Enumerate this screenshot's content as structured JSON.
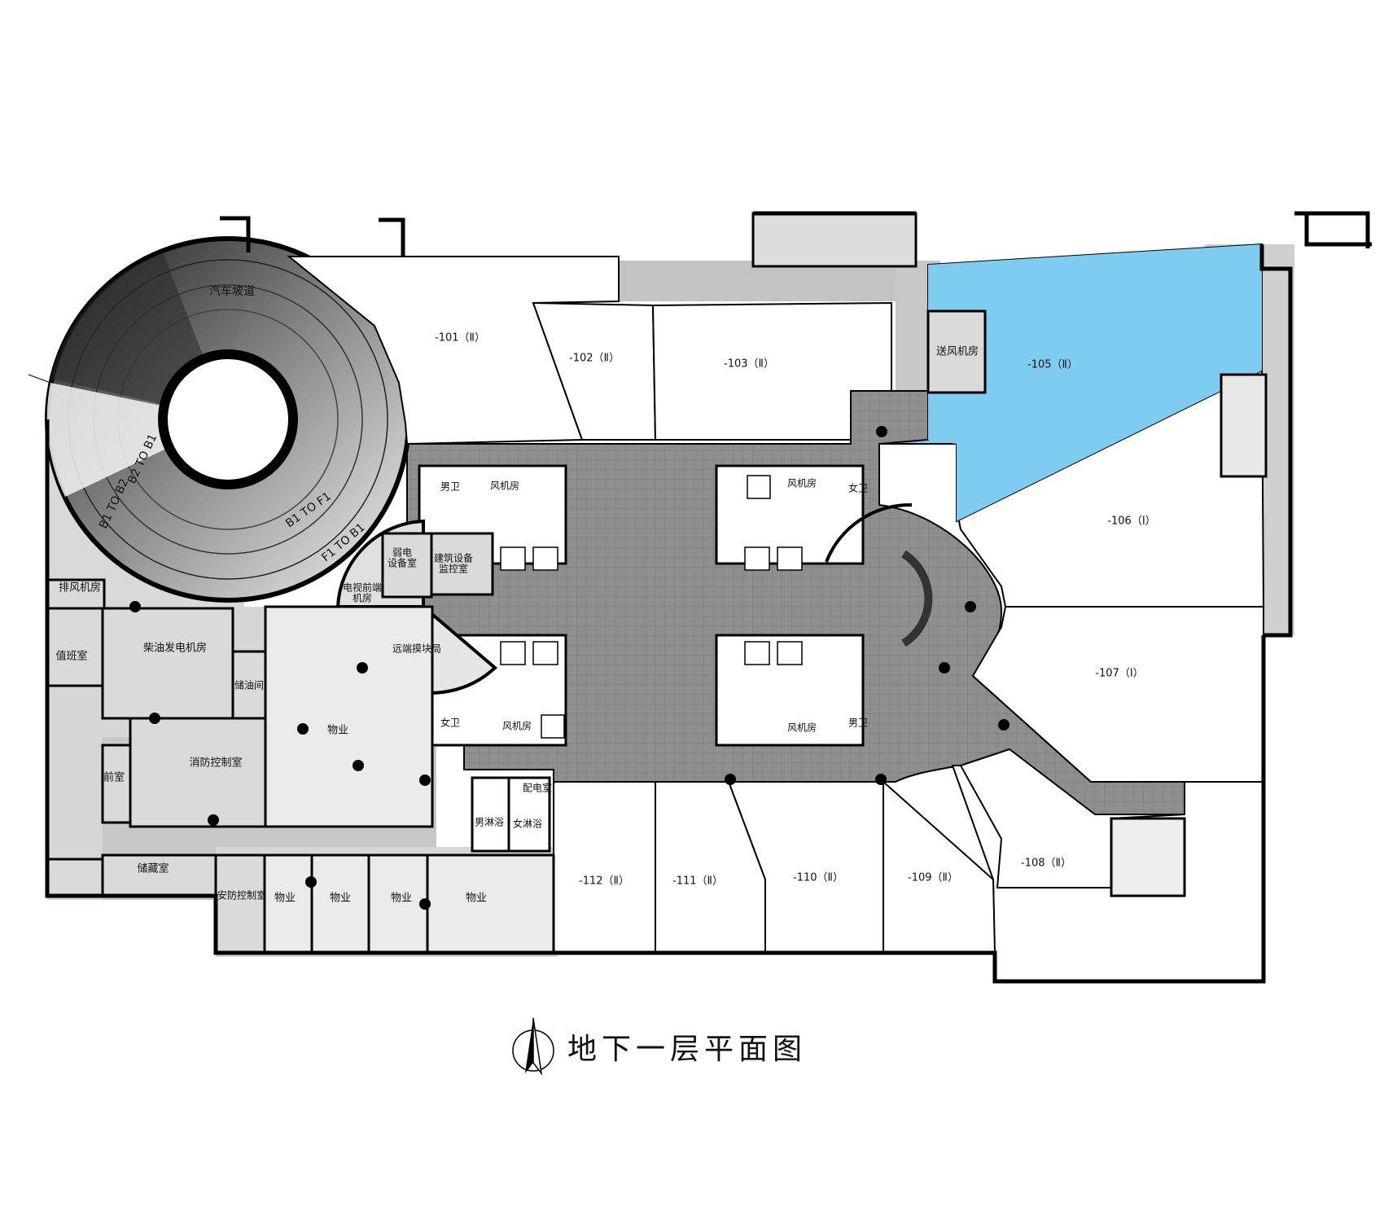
{
  "title": "地下一层平面图",
  "ramp": {
    "name": "汽车坡道",
    "directions": [
      "B2 TO B1",
      "B1 TO B2",
      "B1 TO F1",
      "F1 TO B1"
    ]
  },
  "units": {
    "u101": "-101（Ⅱ）",
    "u102": "-102（Ⅱ）",
    "u103": "-103（Ⅱ）",
    "u105": "-105（Ⅱ）",
    "u106": "-106（Ⅰ）",
    "u107": "-107（Ⅰ）",
    "u108": "-108（Ⅱ）",
    "u109": "-109（Ⅱ）",
    "u110": "-110（Ⅱ）",
    "u111": "-111（Ⅱ）",
    "u112": "-112（Ⅱ）"
  },
  "rooms": {
    "supply_fan": "送风机房",
    "exhaust_fan": "排风机房",
    "duty": "值班室",
    "diesel": "柴油发电机房",
    "oil": "储油间",
    "property_main": "物业",
    "fire_control": "消防控制室",
    "anteroom": "前室",
    "storage": "储藏室",
    "security": "安防控制室",
    "property": "物业",
    "weak_elec": "弱电\n设备室",
    "bldg_monitor": "建筑设备\n监控室",
    "tv_headend": "电视前端\n机房",
    "remote_module": "远端摸块局",
    "men_wc": "男卫",
    "women_wc": "女卫",
    "fan_room": "风机房",
    "men_shower": "男淋浴",
    "women_shower": "女淋浴",
    "power_dist": "配电室"
  },
  "colors": {
    "highlight": "#7ecdf0",
    "corridor": "#9a9a9a",
    "service": "#d4d4d4",
    "light": "#e8e8e8",
    "wall": "#000000"
  }
}
